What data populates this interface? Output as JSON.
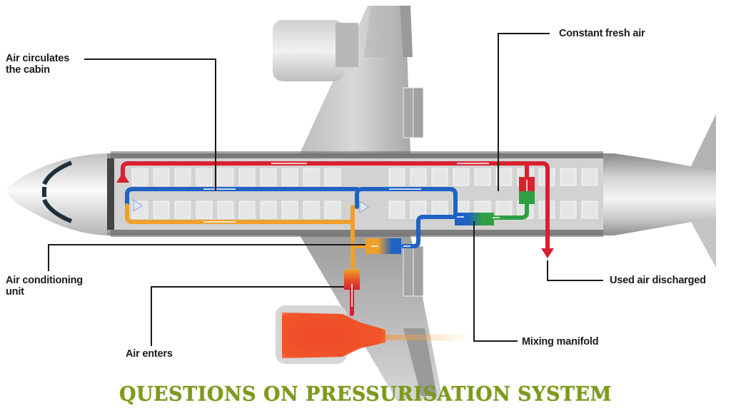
{
  "diagram": {
    "title": "QUESTIONS ON PRESSURISATION SYSTEM",
    "callouts": {
      "air_circulates": "Air circulates\nthe cabin",
      "constant_fresh_air": "Constant fresh air",
      "air_conditioning_unit": "Air conditioning\nunit",
      "used_air_discharged": "Used air discharged",
      "air_enters": "Air enters",
      "mixing_manifold": "Mixing manifold"
    },
    "colors": {
      "hot_air": "#d9202e",
      "warm_air": "#f0a02a",
      "cool_air": "#1e63c4",
      "fresh_air": "#2ea043",
      "engine_heat": "#ee4a2a",
      "title": "#7d9a1c"
    }
  }
}
